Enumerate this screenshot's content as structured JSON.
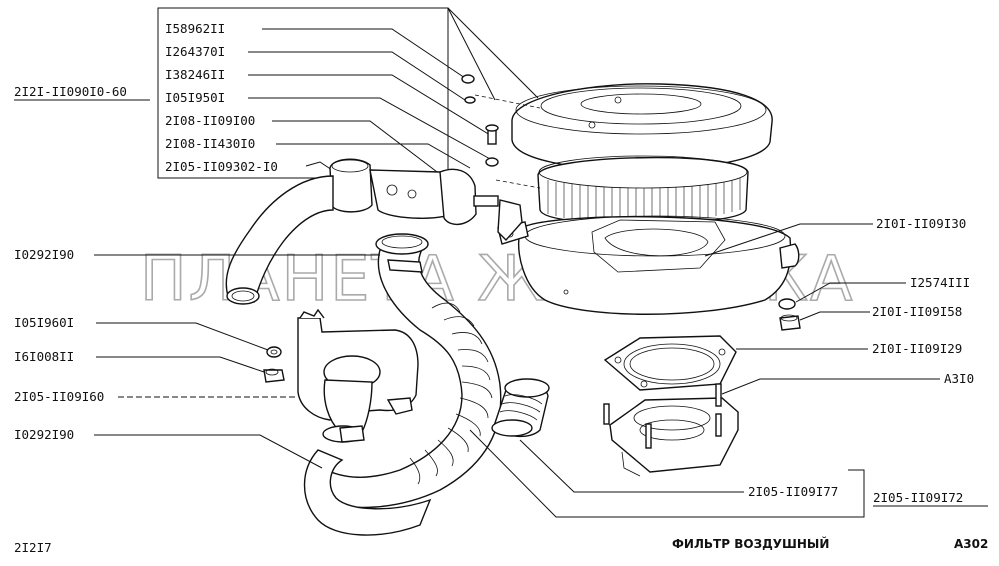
{
  "diagram": {
    "assembly_code": "2I2I-II090I0-60",
    "sheet_code": "2I2I7",
    "title": "ФИЛЬТР ВОЗДУШНЫЙ",
    "page_code": "A302",
    "watermark": "ПЛАНЕТА ЖЕЛЕЗЯКА",
    "box_labels": [
      "I58962II",
      "I264370I",
      "I38246II",
      "I05I950I",
      "2I08-II09I00",
      "2I08-II430I0",
      "2I05-II09302-I0"
    ],
    "left_labels": [
      "I0292I90",
      "I05I960I",
      "I6I008II",
      "2I05-II09I60",
      "I0292I90"
    ],
    "right_labels": [
      "2I0I-II09I30",
      "I2574III",
      "2I0I-II09I58",
      "2I0I-II09I29",
      "A3I0"
    ],
    "bottom_labels": [
      "2I05-II09I77",
      "2I05-II09I72"
    ]
  }
}
